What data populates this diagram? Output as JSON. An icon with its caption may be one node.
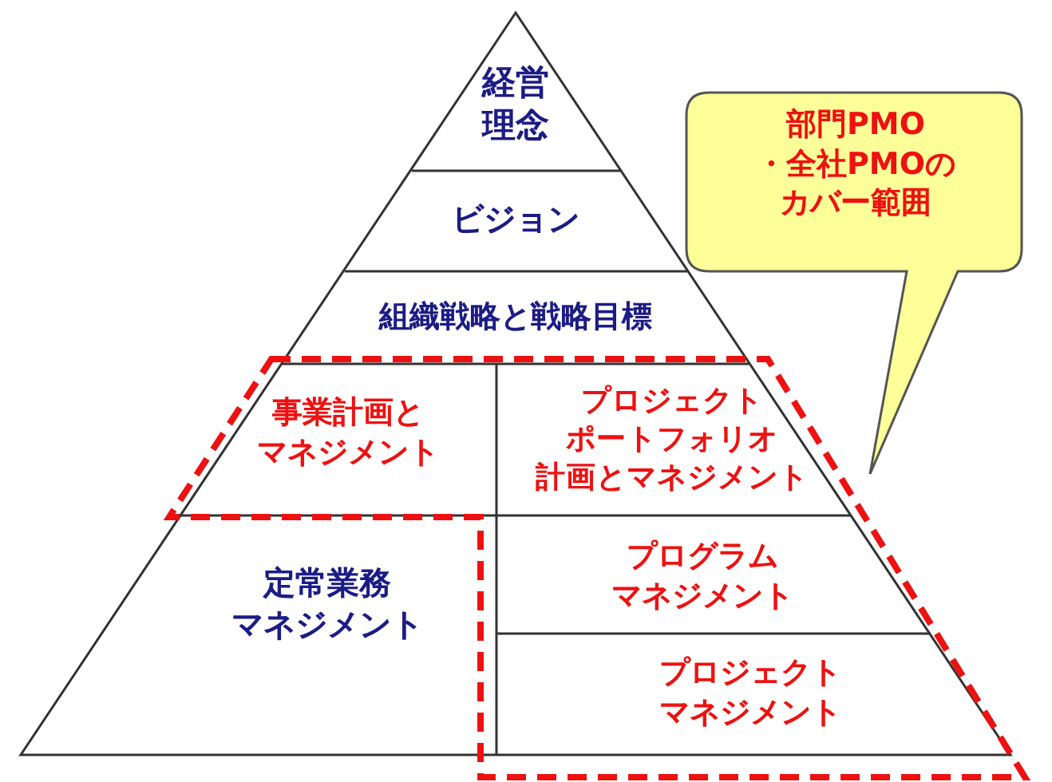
{
  "diagram": {
    "nodes": [
      {
        "text": [
          "経営理念"
        ]
      },
      {
        "text": [
          "ビジョン"
        ]
      },
      {
        "text": [
          "組織戦略と戦略目標"
        ]
      },
      {
        "text": [
          "事業計画とマネジメント"
        ]
      },
      {
        "text": [
          "プロジェクトポートフォリオ計画とマネジメント"
        ]
      },
      {
        "text": [
          "定常業務マネジメント"
        ]
      },
      {
        "text": [
          "プログラムマネジメント"
        ]
      },
      {
        "text": [
          "プロジェクトマネジメント"
        ]
      },
      {
        "text": [
          "部門PMO・全社PMOのカバー範囲"
        ]
      }
    ]
  }
}
